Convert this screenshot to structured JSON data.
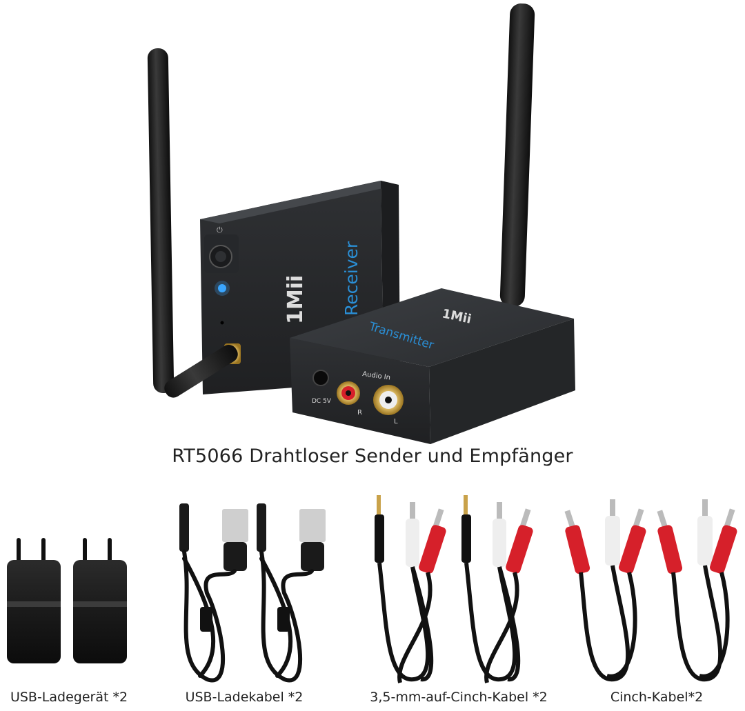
{
  "product": {
    "title": "RT5066 Drahtloser Sender und Empfänger",
    "receiver_label": "Receiver",
    "transmitter_label": "Transmitter",
    "brand": "1Mii",
    "ports": {
      "dc": "DC 5V",
      "audio_in": "Audio In",
      "right": "R",
      "left": "L"
    }
  },
  "accessories": [
    {
      "label": "USB-Ladegerät *2",
      "icon": "usb-charger-icon"
    },
    {
      "label": "USB-Ladekabel *2",
      "icon": "usb-cable-icon"
    },
    {
      "label": "3,5-mm-auf-Cinch-Kabel *2",
      "icon": "aux-to-rca-cable-icon"
    },
    {
      "label": "Cinch-Kabel*2",
      "icon": "rca-cable-icon"
    }
  ],
  "colors": {
    "device_body": "#2b2d30",
    "accent_blue": "#2a8fd6",
    "rca_red": "#d6202a",
    "rca_white": "#eeeeee",
    "gold": "#c9a24a"
  }
}
